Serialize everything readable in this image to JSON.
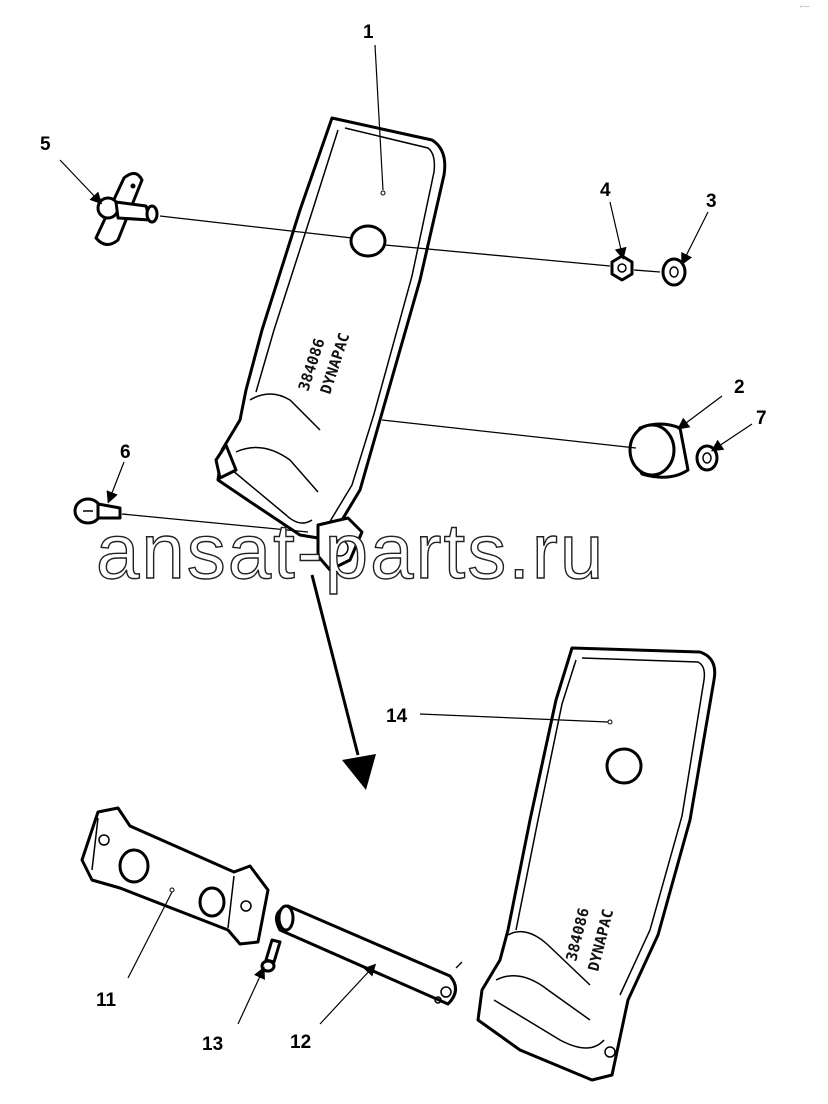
{
  "watermark": "ansat-parts.ru",
  "corner_mark": "⌐—",
  "part_stamp": {
    "brand": "DYNAPAC",
    "code": "384086"
  },
  "callouts": [
    "1",
    "2",
    "3",
    "4",
    "5",
    "6",
    "7",
    "11",
    "12",
    "13",
    "14"
  ],
  "colors": {
    "line": "#000000",
    "background": "#ffffff"
  }
}
